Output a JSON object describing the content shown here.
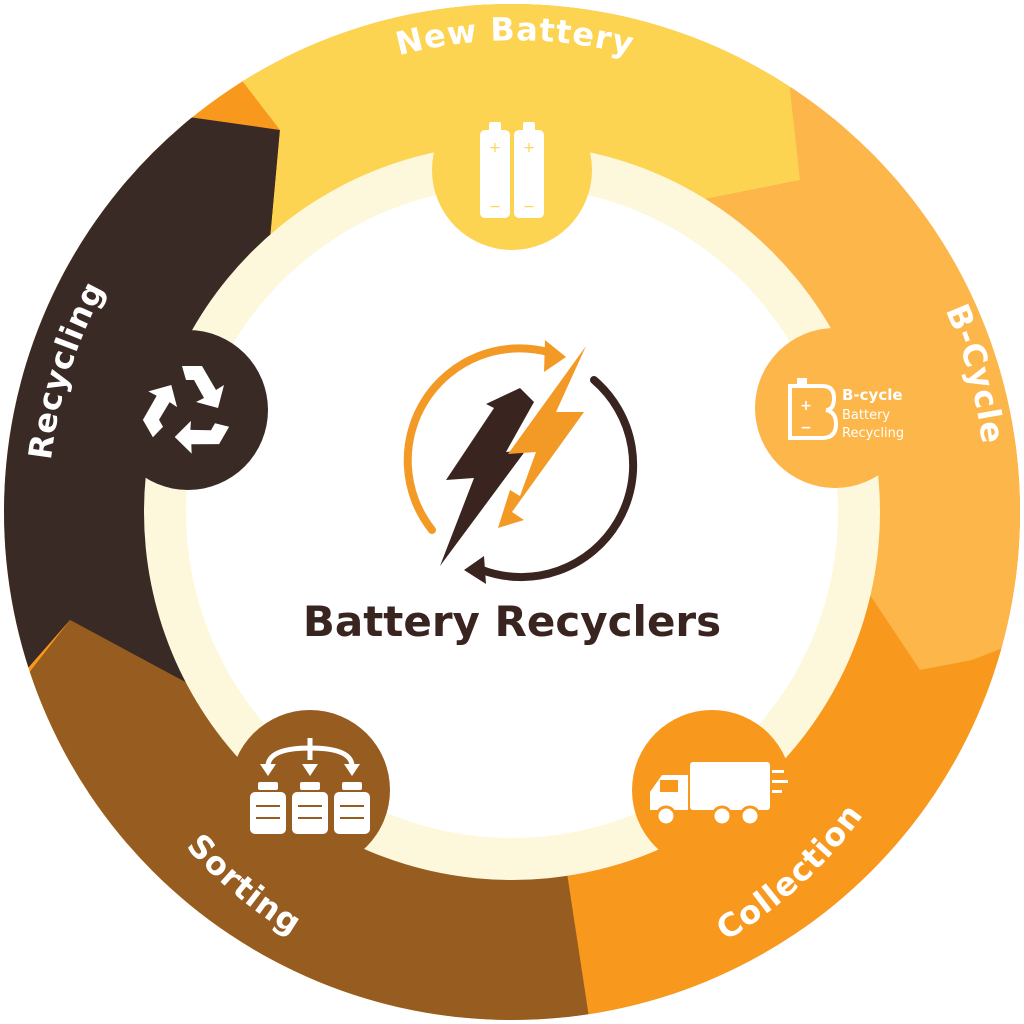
{
  "center": {
    "title": "Battery Recyclers"
  },
  "stages": [
    {
      "id": "new-battery",
      "label": "New Battery",
      "color": "#fdd451",
      "icon": "battery-pair-icon"
    },
    {
      "id": "b-cycle",
      "label": "B-Cycle",
      "color": "#fcb64a",
      "icon": "b-cycle-logo-icon",
      "logo_text": {
        "title": "B-cycle",
        "line1": "Battery",
        "line2": "Recycling"
      }
    },
    {
      "id": "collection",
      "label": "Collection",
      "color": "#f8981d",
      "icon": "delivery-truck-icon"
    },
    {
      "id": "sorting",
      "label": "Sorting",
      "color": "#965c20",
      "icon": "sorting-bottles-icon"
    },
    {
      "id": "recycling",
      "label": "Recycling",
      "color": "#3a2a26",
      "icon": "recycle-icon"
    }
  ],
  "colors": {
    "inner_ring": "#fdf8dc",
    "center_fill": "#ffffff",
    "logo_orange": "#f29a25",
    "logo_dark": "#3a2420"
  }
}
